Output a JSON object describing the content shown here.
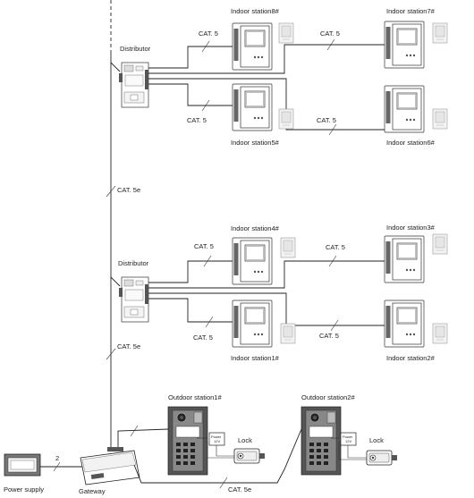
{
  "labels": {
    "distributor_top": "Distributor",
    "distributor_bottom": "Distributor",
    "indoor8": "Indoor station8#",
    "indoor7": "Indoor station7#",
    "indoor6": "Indoor station6#",
    "indoor5": "Indoor station5#",
    "indoor4": "Indoor station4#",
    "indoor3": "Indoor station3#",
    "indoor2": "Indoor station2#",
    "indoor1": "Indoor station1#",
    "outdoor1": "Outdoor station1#",
    "outdoor2": "Outdoor station2#",
    "lock1": "Lock",
    "lock2": "Lock",
    "power_supply": "Power supply",
    "gateway": "Gateway",
    "psu_small1": "Power",
    "psu_small1b": "12V",
    "psu_small2": "Power",
    "psu_small2b": "12V",
    "cable_count": "2",
    "cat5_top_1": "CAT. 5",
    "cat5_top_2": "CAT. 5",
    "cat5_top_3": "CAT. 5",
    "cat5_top_4": "CAT. 5",
    "cat5e_middle": "CAT. 5e",
    "cat5_bot_1": "CAT. 5",
    "cat5_bot_2": "CAT. 5",
    "cat5_bot_3": "CAT. 5",
    "cat5_bot_4": "CAT. 5",
    "cat5e_lower": "CAT. 5e",
    "cat5e_bottom": "CAT. 5e"
  }
}
